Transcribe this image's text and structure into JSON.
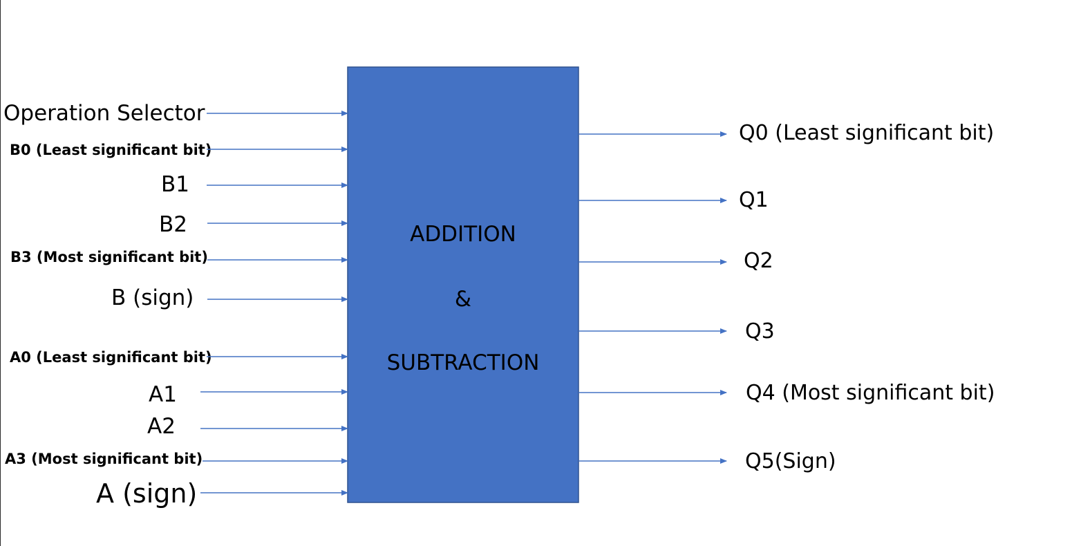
{
  "block": {
    "lines": [
      "ADDITION",
      "&",
      "SUBTRACTION"
    ]
  },
  "inputs": [
    {
      "label": "Operation Selector",
      "weight": "normal"
    },
    {
      "label": "B0 (Least significant bit)",
      "weight": "bold"
    },
    {
      "label": "B1",
      "weight": "normal"
    },
    {
      "label": "B2",
      "weight": "normal"
    },
    {
      "label": "B3 (Most significant bit)",
      "weight": "bold"
    },
    {
      "label": "B (sign)",
      "weight": "normal"
    },
    {
      "label": "A0 (Least significant bit)",
      "weight": "bold"
    },
    {
      "label": "A1",
      "weight": "normal"
    },
    {
      "label": "A2",
      "weight": "normal"
    },
    {
      "label": "A3 (Most significant bit)",
      "weight": "bold"
    },
    {
      "label": "A (sign)",
      "weight": "normal"
    }
  ],
  "outputs": [
    {
      "label": "Q0 (Least significant bit)"
    },
    {
      "label": "Q1"
    },
    {
      "label": "Q2"
    },
    {
      "label": "Q3"
    },
    {
      "label": "Q4 (Most significant bit)"
    },
    {
      "label": "Q5(Sign)"
    }
  ],
  "colors": {
    "block_fill": "#4472C4",
    "block_stroke": "#2F528F",
    "arrow": "#4472C4",
    "text": "#000000"
  }
}
